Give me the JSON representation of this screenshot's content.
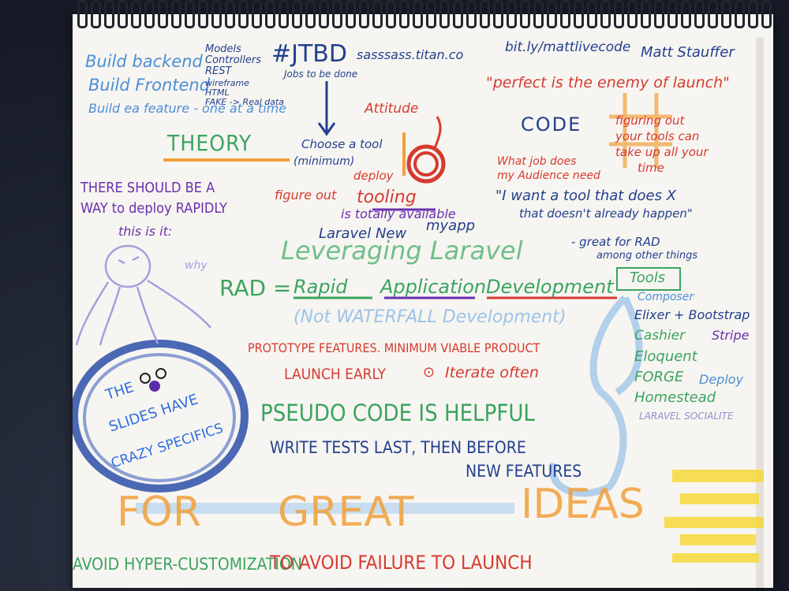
{
  "colors": {
    "blue_light": "#4a8fd6",
    "blue_dark": "#23408f",
    "red": "#d63a2f",
    "green": "#3aa460",
    "purple": "#6a2fb0",
    "orange": "#f2a03a",
    "yellow": "#f7d93a",
    "lavender": "#a99de0",
    "teal": "#2e8a6a"
  },
  "top_left": {
    "line1": "Build backend",
    "line2": "Build Frontend",
    "line3": "Build ea feature - one at a time",
    "models": "Models",
    "controllers": "Controllers",
    "rest": "REST",
    "wireframe": "wireframe",
    "html": "HTML",
    "fake_real": "FAKE -> Real data",
    "jtbd": "#JTBD",
    "jobs_to_be_done": "Jobs to be done",
    "sass_url": "sasssass.titan.co"
  },
  "top_right": {
    "bitly": "bit.ly/mattlivecode",
    "author": "Matt Stauffer",
    "quote": "\"perfect is the enemy of launch\""
  },
  "middle_left": {
    "theory": "THEORY",
    "attitude": "Attitude",
    "choose_tool": "Choose a tool",
    "minimum": "(minimum)",
    "figure_out": "figure out",
    "deploy": "deploy",
    "tooling": "tooling",
    "is_available": "is totally available",
    "should_deploy_1": "THERE SHOULD BE A",
    "should_deploy_2": "WAY to deploy RAPIDLY",
    "this_is_it": "this is it:",
    "why": "why"
  },
  "code_section": {
    "code": "CODE",
    "figuring_1": "figuring out",
    "figuring_2": "your tools can",
    "figuring_3": "take up all your",
    "figuring_4": "time",
    "what_job_1": "What job does",
    "what_job_2": "my Audience need",
    "quote_1": "\"I want a tool that does X",
    "quote_2": "that doesn't already happen\""
  },
  "laravel": {
    "laravel_new": "Laravel New",
    "myapp": "myapp",
    "leveraging": "Leveraging Laravel",
    "great_for_rad_1": "- great for RAD",
    "great_for_rad_2": "among other things"
  },
  "rad": {
    "rad": "RAD =",
    "rapid": "Rapid",
    "application": "Application",
    "development": "Development",
    "not_waterfall": "(Not WATERFALL Development)"
  },
  "tools": {
    "title": "Tools",
    "items": [
      "Composer",
      "Elixer + Bootstrap",
      "Cashier",
      "Stripe",
      "Eloquent",
      "FORGE",
      "Deploy",
      "Homestead",
      "LARAVEL SOCIALITE"
    ]
  },
  "circle": {
    "line1": "THE",
    "line2": "SLIDES HAVE",
    "line3": "CRAZY SPECIFICS"
  },
  "body": {
    "prototype": "PROTOTYPE FEATURES. MINIMUM VIABLE PRODUCT",
    "launch": "LAUNCH EARLY",
    "iterate": "Iterate often",
    "pseudo": "PSEUDO CODE IS HELPFUL",
    "tests_1": "WRITE TESTS LAST, THEN BEFORE",
    "tests_2": "NEW FEATURES"
  },
  "bottom": {
    "for": "FOR",
    "great": "GREAT",
    "ideas": "IDEAS",
    "avoid_hyper": "AVOID HYPER-CUSTOMIZATION",
    "avoid_failure": "TO AVOID FAILURE TO LAUNCH"
  }
}
